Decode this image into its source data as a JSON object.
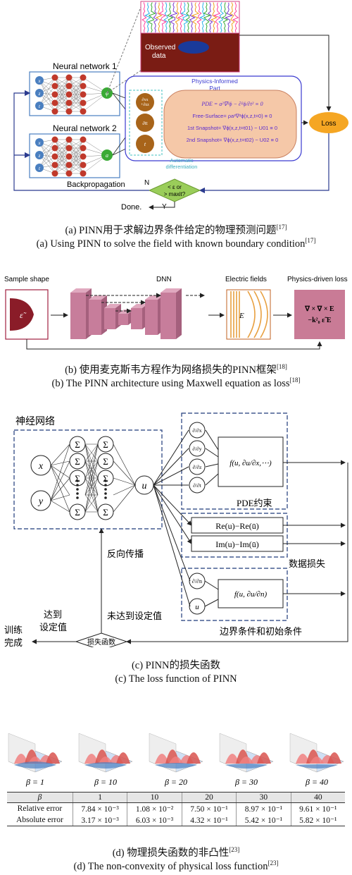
{
  "panel_a": {
    "observed": "Observed\ndata",
    "nn1": "Neural network 1",
    "nn2": "Neural network 2",
    "physics_title": "Physics-Informed\nPart",
    "pde": "PDE = a²∇²ϕ − ∂²ϕ/∂t² ≡ 0",
    "free_surface": "Free-Surface= ρa²∇²ϕ(x,z,t=0) ≡ 0",
    "snap1": "1st Snapshot= ∇ϕ(x,z,t=t01) − U01 ≡ 0",
    "snap2": "2nd Snapshot= ∇ϕ(x,z,t=t02) − U02 ≡ 0",
    "auto_diff": "Automatic\ndifferentiation",
    "loss": "Loss",
    "backprop": "Backpropagation",
    "decision": "< ε or\n> maxit?",
    "n": "N",
    "y": "Y",
    "done": "Done.",
    "input_nodes": [
      "x",
      "z",
      "t"
    ],
    "out1": "ϕ",
    "out2": "a",
    "deriv_nodes": [
      "∂xx + ∂zz",
      "∂tt",
      "t"
    ]
  },
  "caption_a_cn": "(a) PINN用于求解边界条件给定的物理预测问题",
  "caption_a_en": "(a) Using PINN to solve the field with known boundary condition",
  "ref_a": "[17]",
  "panel_b": {
    "sample_shape": "Sample shape",
    "dnn": "DNN",
    "electric_fields": "Electric fields",
    "physics_loss": "Physics-driven loss",
    "epsilon": "ε̃",
    "e_symbol": "E",
    "loss_line1": "∇ × ∇ × E",
    "loss_line2": "−k²₀ ε̃ E"
  },
  "caption_b_cn": "(b) 使用麦克斯韦方程作为网络损失的PINN框架",
  "caption_b_en": "(b) The PINN architecture using Maxwell equation as loss",
  "ref_b": "[18]",
  "panel_c": {
    "nn_title": "神经网络",
    "inputs": [
      "x",
      "y"
    ],
    "sum": "Σ",
    "output": "u",
    "derivs": [
      "∂/∂x",
      "∂/∂y",
      "∂/∂z",
      "∂/∂t"
    ],
    "f_pde": "f(u, ∂u/∂x,⋯)",
    "pde_label": "PDE约束",
    "re_term": "Re(u)−Re(ū)",
    "im_term": "Im(u)−Im(ū)",
    "data_loss": "数据损失",
    "backprop": "反向传播",
    "dn": "∂/∂n",
    "f_bc": "f(u, ∂u/∂n)",
    "bc_label": "边界条件和初始条件",
    "reached": "达到\n设定值",
    "not_reached": "未达到设定值",
    "loss_fn": "损失函数",
    "train_done": "训练\n完成"
  },
  "caption_c_cn": "(c) PINN的损失函数",
  "caption_c_en": "(c) The loss function of PINN",
  "panel_d": {
    "betas": [
      "β = 1",
      "β = 10",
      "β = 20",
      "β = 30",
      "β = 40"
    ],
    "table_header": [
      "β",
      "1",
      "10",
      "20",
      "30",
      "40"
    ],
    "rows": [
      {
        "label": "Relative error",
        "values": [
          "7.84 × 10⁻³",
          "1.08 × 10⁻²",
          "7.50 × 10⁻¹",
          "8.97 × 10⁻¹",
          "9.61 × 10⁻¹"
        ]
      },
      {
        "label": "Absolute error",
        "values": [
          "3.17 × 10⁻³",
          "6.03 × 10⁻³",
          "4.32 × 10⁻¹",
          "5.42 × 10⁻¹",
          "5.82 × 10⁻¹"
        ]
      }
    ]
  },
  "caption_d_cn": "(d) 物理损失函数的非凸性",
  "caption_d_en": "(d) The non-convexity of physical loss function",
  "ref_d": "[23]",
  "colors": {
    "nn_blue": "#4a7fc0",
    "node_red": "#c0392b",
    "node_green": "#3aaa35",
    "derivative_brown": "#a8641a",
    "physics_box": "#f5c8a8",
    "loss_orange": "#f5a623",
    "dnn_pink": "#c77d9b",
    "field_orange": "#e8a040",
    "loss_pink": "#c97b96",
    "dash_navy": "#1f3a7a"
  }
}
